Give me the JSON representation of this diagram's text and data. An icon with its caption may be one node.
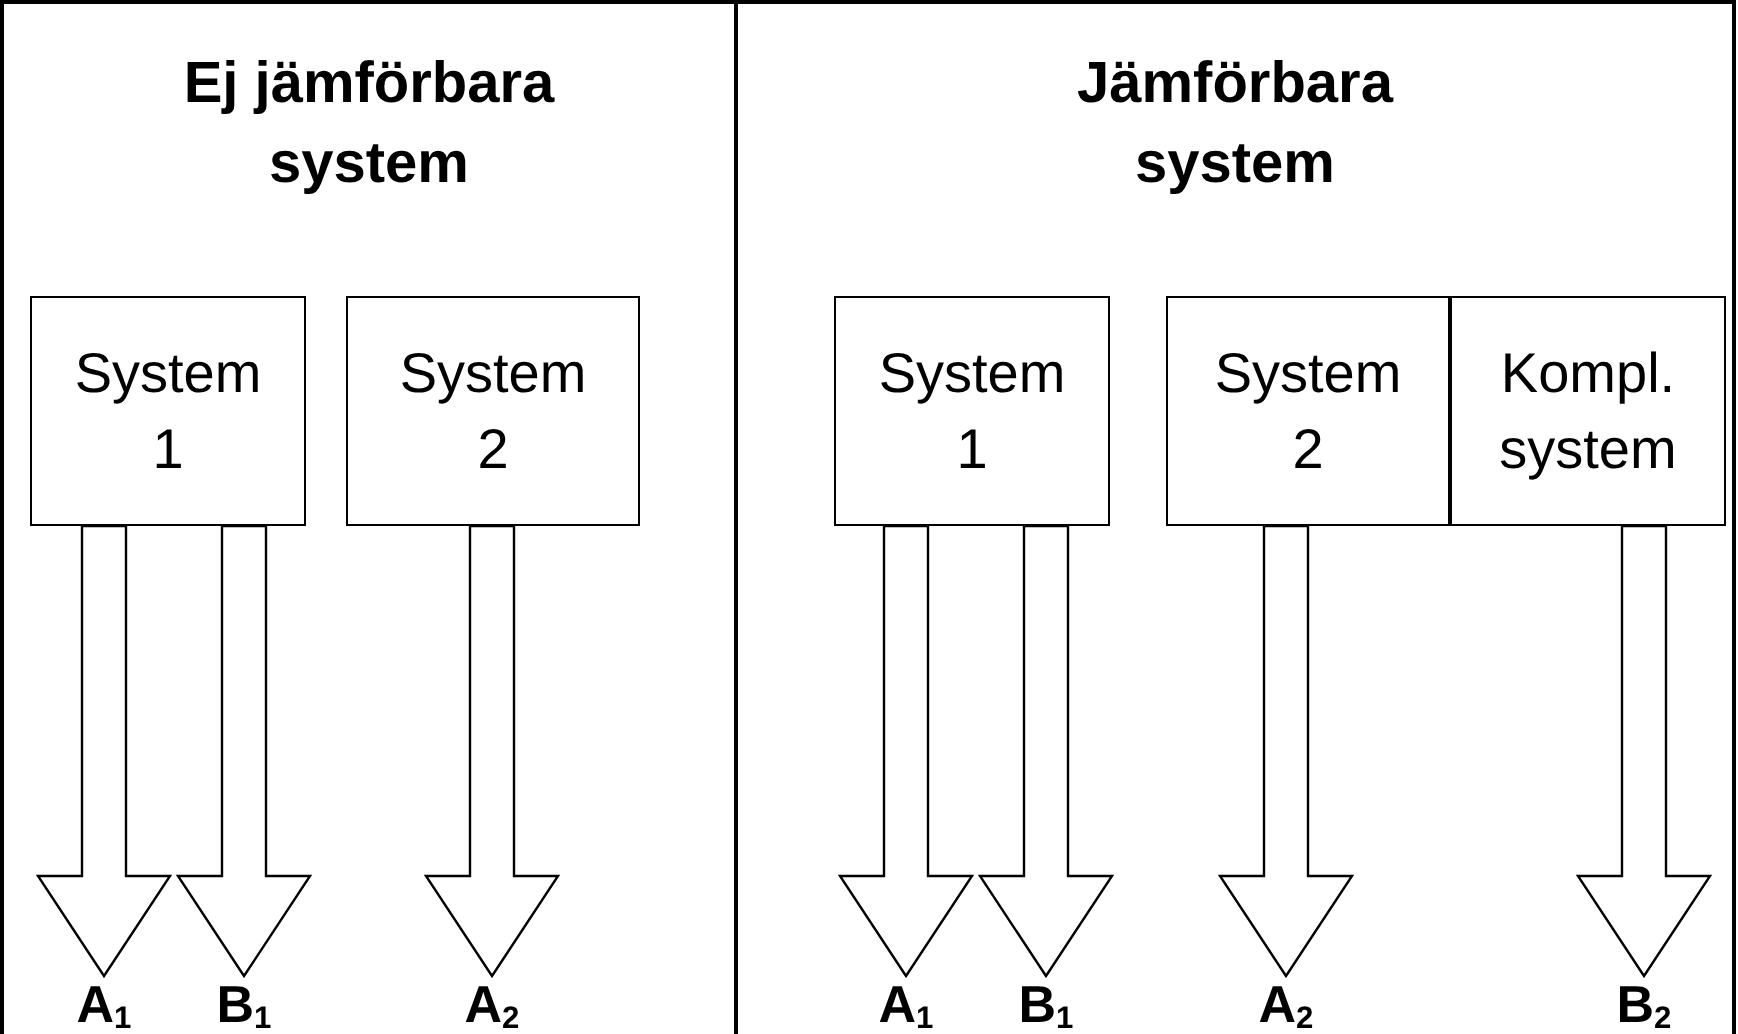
{
  "diagram": {
    "nodes": [
      {
        "text": [
          "Ej jämförbara system"
        ]
      },
      {
        "text": [
          "System 1"
        ],
        "in": 0
      },
      {
        "text": [
          "System 2"
        ],
        "in": 0
      },
      {
        "text": [
          "A$_{1}$"
        ],
        "in": 0
      },
      {
        "text": [
          "B$_{1}$"
        ],
        "in": 0
      },
      {
        "text": [
          "A$_{2}$"
        ],
        "in": 0
      },
      {
        "text": [
          "Jämförbara system"
        ]
      },
      {
        "text": [
          "System 1"
        ],
        "in": 6
      },
      {
        "text": [
          "System 2"
        ],
        "in": 6
      },
      {
        "text": [
          "Kompl. system"
        ],
        "in": 6
      },
      {
        "text": [
          "A$_{1}$"
        ],
        "in": 6
      },
      {
        "text": [
          "B$_{1}$"
        ],
        "in": 6
      },
      {
        "text": [
          "A$_{2}$"
        ],
        "in": 6
      },
      {
        "text": [
          "B$_{2}$"
        ],
        "in": 6
      }
    ],
    "edges": [
      {
        "from": 1,
        "to": 3,
        "arrow": "to"
      },
      {
        "from": 1,
        "to": 4,
        "arrow": "to"
      },
      {
        "from": 2,
        "to": 5,
        "arrow": "to"
      },
      {
        "from": 7,
        "to": 10,
        "arrow": "to"
      },
      {
        "from": 7,
        "to": 11,
        "arrow": "to"
      },
      {
        "from": 8,
        "to": 12,
        "arrow": "to"
      },
      {
        "from": 9,
        "to": 13,
        "arrow": "to"
      }
    ]
  }
}
